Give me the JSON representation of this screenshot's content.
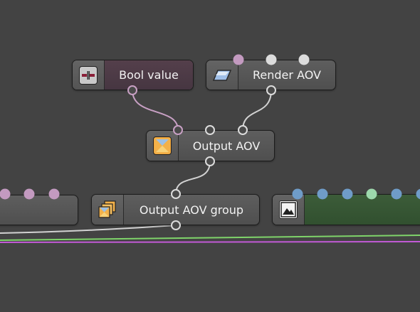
{
  "nodes": {
    "bool_value": {
      "label": "Bool value",
      "icon": "bool-switch-icon",
      "body_color": "#4c3a44"
    },
    "render_aov": {
      "label": "Render AOV",
      "icon": "render-aov-icon"
    },
    "output_aov": {
      "label": "Output AOV",
      "icon": "output-aov-icon"
    },
    "output_aov_group": {
      "label": "Output AOV group",
      "icon": "output-aov-group-icon"
    },
    "left_partial": {
      "label": ""
    },
    "right_partial": {
      "label": "",
      "icon": "image-icon",
      "body_color": "#355333"
    }
  },
  "colors": {
    "canvas": "#434343",
    "wire_bool": "#c8a0c4",
    "wire_default": "#d2d2d2",
    "pin_pink": "#c39ac0",
    "pin_white": "#dcdcdc",
    "pin_blue": "#6f9cc8",
    "pin_green": "#9dd8ac",
    "edge_green": "#7fd46a",
    "edge_magenta": "#c25ad6"
  }
}
